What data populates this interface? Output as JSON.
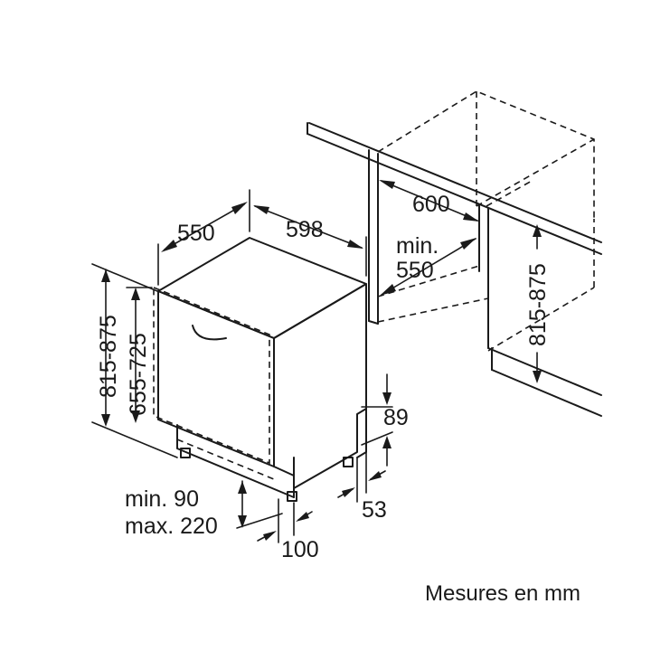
{
  "dimensions": {
    "depth": "550",
    "width": "598",
    "height_total": "815-875",
    "height_appliance": "655-725",
    "niche_width": "600",
    "niche_depth_min_label": "min.",
    "niche_depth_min_value": "550",
    "niche_height": "815-875",
    "kick_height": "89",
    "kick_gap": "53",
    "plinth_min": "min. 90",
    "plinth_max": "max. 220",
    "plinth_depth": "100"
  },
  "caption": "Mesures en mm"
}
